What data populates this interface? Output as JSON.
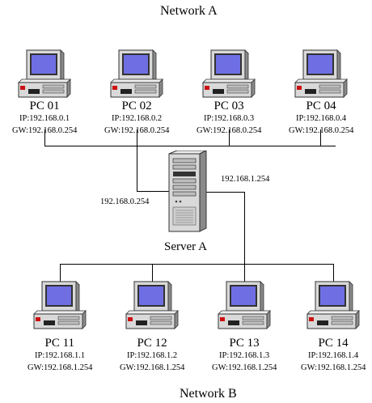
{
  "network_a": {
    "title": "Network A"
  },
  "network_b": {
    "title": "Network B"
  },
  "server": {
    "label": "Server A",
    "ip_left": "192.168.0.254",
    "ip_right": "192.168.1.254"
  },
  "pcs_a": [
    {
      "name": "PC 01",
      "ip": "IP:192.168.0.1",
      "gw": "GW:192.168.0.254"
    },
    {
      "name": "PC 02",
      "ip": "IP:192.168.0.2",
      "gw": "GW:192.168.0.254"
    },
    {
      "name": "PC 03",
      "ip": "IP:192.168.0.3",
      "gw": "GW:192.168.0.254"
    },
    {
      "name": "PC 04",
      "ip": "IP:192.168.0.4",
      "gw": "GW:192.168.0.254"
    }
  ],
  "pcs_b": [
    {
      "name": "PC 11",
      "ip": "IP:192.168.1.1",
      "gw": "GW:192.168.1.254"
    },
    {
      "name": "PC 12",
      "ip": "IP:192.168.1.2",
      "gw": "GW:192.168.1.254"
    },
    {
      "name": "PC 13",
      "ip": "IP:192.168.1.3",
      "gw": "GW:192.168.1.254"
    },
    {
      "name": "PC 14",
      "ip": "IP:192.168.1.4",
      "gw": "GW:192.168.1.254"
    }
  ],
  "colors": {
    "screen": "#6f6fe3",
    "case_light": "#d9d9d9",
    "case_mid": "#b9b9b9",
    "case_dark": "#7a7a7a",
    "led_red": "#cc1111",
    "line": "#000000"
  }
}
